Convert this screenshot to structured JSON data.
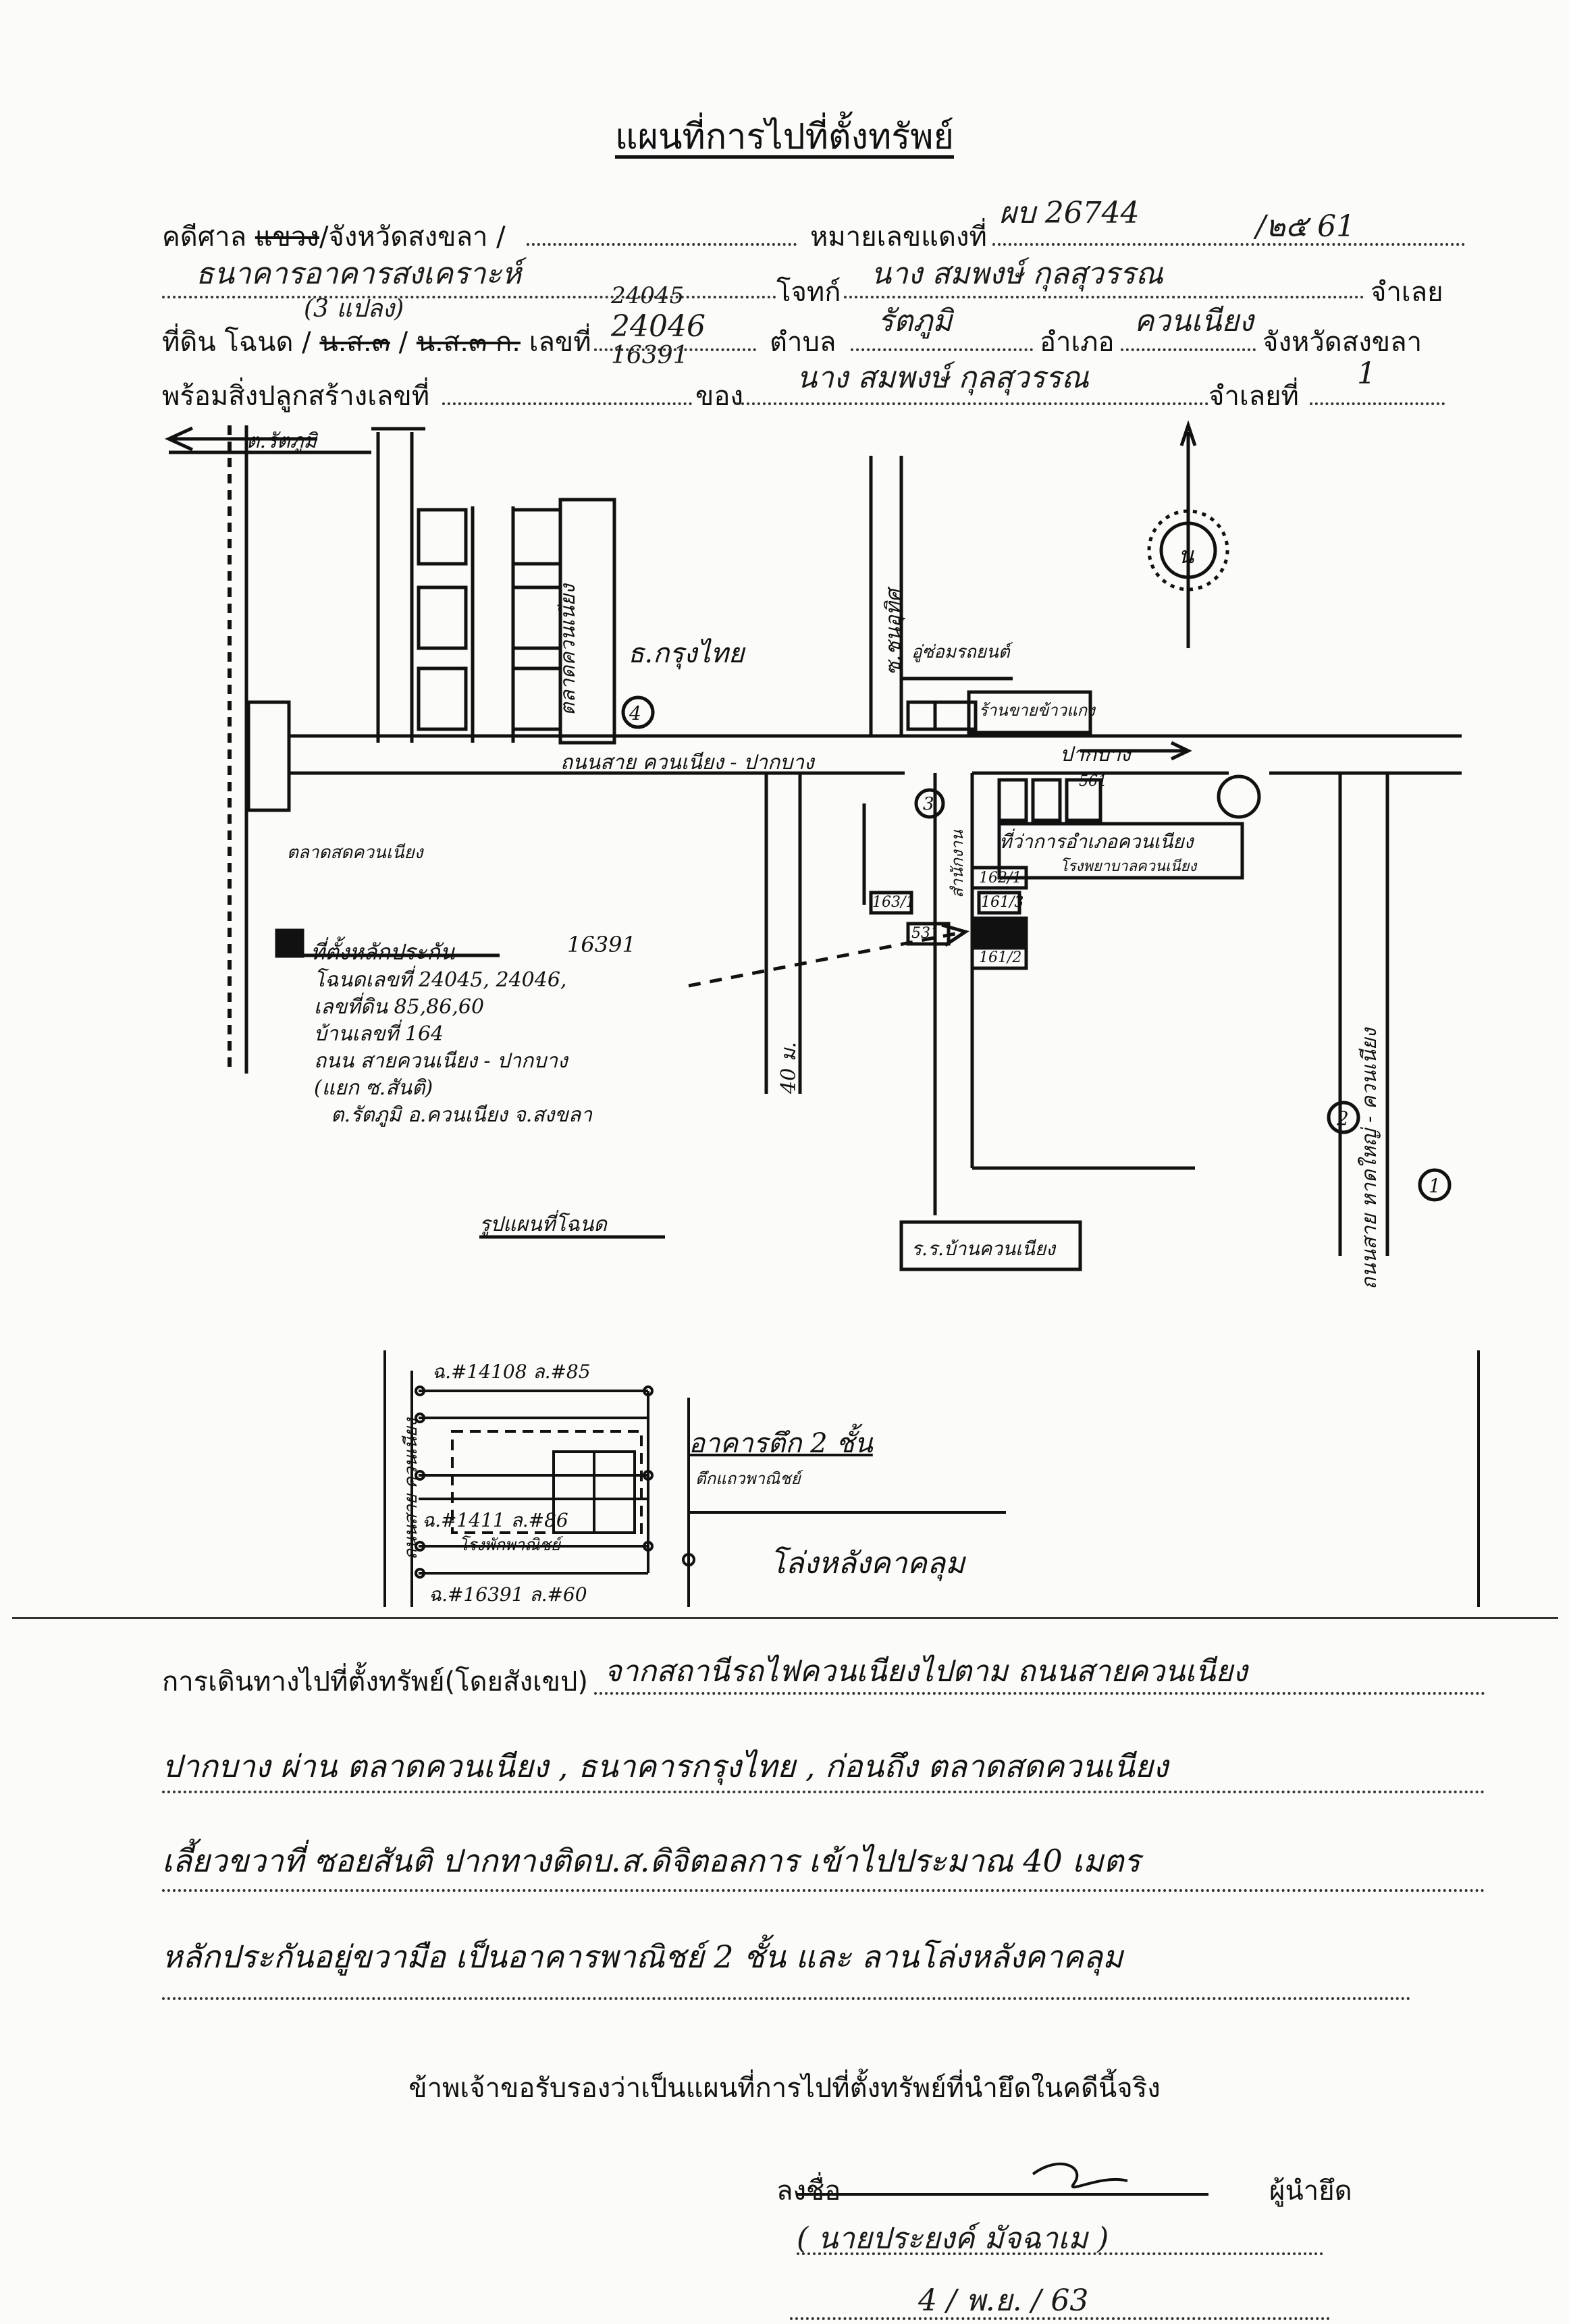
{
  "title": "แผนที่การไปที่ตั้งทรัพย์",
  "header": {
    "court_label": "คดีศาล",
    "court_struck": "แขวง",
    "court_province": "/จังหวัดสงขลา /",
    "red_no_label": "หมายเลขแดงที่",
    "red_no_hand": "ผบ 26744",
    "red_year_hand": "/๒๕ 61",
    "plaintiff_hand": "ธนาคารอาคารสงเคราะห์",
    "plaintiff_label": "โจทก์",
    "defendant_hand": "นาง สมพงษ์ กุลสุวรรณ",
    "defendant_label": "จำเลย",
    "land_label": "ที่ดิน โฉนด /",
    "land_struck_1": "น.ส.๓",
    "land_struck_2": "น.ส.๓ ก.",
    "count_hand": "(3 แปลง)",
    "no_label": "เลขที่",
    "deed_no_hand_1": "24045",
    "deed_no_hand_2": "24046",
    "deed_no_hand_3": "16391",
    "subdistrict_label": "ตำบล",
    "subdistrict_hand": "รัตภูมิ",
    "district_label": "อำเภอ",
    "district_hand": "ควนเนียง",
    "province_label": "จังหวัดสงขลา",
    "building_label": "พร้อมสิ่งปลูกสร้างเลขที่",
    "of_label": "ของ",
    "owner_hand": "นาง สมพงษ์ กุลสุวรรณ",
    "defendant_no_label": "จำเลยที่",
    "defendant_no_hand": "1"
  },
  "map": {
    "north_label": "น",
    "to_rattaphum": "ต.รัตภูมิ",
    "to_pakbang": "ปากบาง",
    "main_road": "ถนนสาย ควนเนียง - ปากบาง",
    "market": "ตลาดควนเนียง",
    "bank": "ธ.กรุงไทย",
    "fresh_market": "ตลาดสดควนเนียง",
    "garage": "อู่ซ่อมรถยนต์",
    "shop": "ร้านขายข้าวแกง",
    "lane_soi": "ซ.ชนอุทิศ",
    "gov_office": "สำนักงาน",
    "temple_road": "ถนนสาย หาดใหญ่ - ควนเนียง",
    "district_office": "ที่ว่าการอำเภอควนเนียง",
    "hospital": "โรงพยาบาลควนเนียง",
    "school": "ร.ร.บ้านควนเนียง",
    "distance": "40 ม.",
    "num_circle_1": "1",
    "num_circle_2": "2",
    "num_circle_3": "3",
    "num_circle_4": "4",
    "house_nos": [
      "561",
      "162/1",
      "163/1",
      "161/3",
      "531",
      "161/2"
    ],
    "legend_title": "ที่ตั้งหลักประกัน",
    "legend_deed": "16391",
    "legend_line_1": "โฉนดเลขที่ 24045, 24046,",
    "legend_line_2": "เลขที่ดิน 85,86,60",
    "legend_line_3": "บ้านเลขที่ 164",
    "legend_line_4": "ถนน สายควนเนียง - ปากบาง",
    "legend_line_5": "(แยก ซ.สันติ)",
    "legend_line_6": "ต.รัตภูมิ อ.ควนเนียง จ.สงขลา",
    "layout_caption": "รูปแผนที่โฉนด"
  },
  "sketch": {
    "plot_85": "ฉ.#14108 ล.#85",
    "plot_86": "ฉ.#1411 ล.#86",
    "plot_60": "ฉ.#16391 ล.#60",
    "road_side": "ถนนสาย ควนเนียง",
    "building": "อาคารตึก 2 ชั้น",
    "building_note": "ตึกแถวพาณิชย์",
    "shed": "โรงพักพาณิชย์",
    "roof": "โล่งหลังคาคลุม"
  },
  "route": {
    "label": "การเดินทางไปที่ตั้งทรัพย์(โดยสังเขป)",
    "line_1": "จากสถานีรถไฟควนเนียงไปตาม ถนนสายควนเนียง",
    "line_2": "ปากบาง ผ่าน ตลาดควนเนียง , ธนาคารกรุงไทย , ก่อนถึง ตลาดสดควนเนียง",
    "line_3": "เลี้ยวขวาที่ ซอยสันติ ปากทางติดบ.ส.ดิจิตอลการ เข้าไปประมาณ 40 เมตร",
    "line_4": "หลักประกันอยู่ขวามือ เป็นอาคารพาณิชย์ 2 ชั้น และ ลานโล่งหลังคาคลุม"
  },
  "certify": "ข้าพเจ้าขอรับรองว่าเป็นแผนที่การไปที่ตั้งทรัพย์ที่นำยึดในคดีนี้จริง",
  "signature": {
    "sign_label": "ลงชื่อ",
    "seizer_label": "ผู้นำยึด",
    "name_hand": "( นายประยงค์ มัจฉาเม )",
    "date_hand": "4 / พ.ย. / 63"
  }
}
